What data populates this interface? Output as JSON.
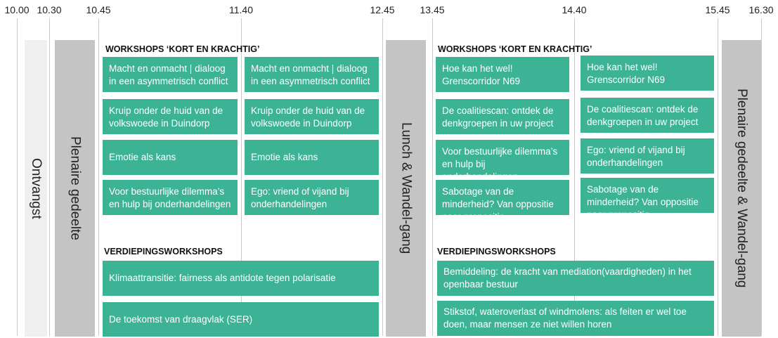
{
  "times": [
    "10.00",
    "10.30",
    "10.45",
    "11.40",
    "12.45",
    "13.45",
    "14.40",
    "15.45",
    "16.30"
  ],
  "blocks": {
    "ontvangst": "Ontvangst",
    "plenaire_1": "Plenaire gedeelte",
    "lunch": "Lunch & Wandel-gang",
    "plenaire_2": "Plenaire gedeelte & Wandel-gang"
  },
  "morning": {
    "heading": "WORKSHOPS ‘KORT EN KRACHTIG’",
    "col1": [
      "Macht en onmacht | dialoog in een asymmetrisch conflict",
      "Kruip onder de huid van de volkswoede in Duindorp",
      "Emotie als kans",
      "Voor bestuurlijke dilemma’s en hulp bij onderhandelingen"
    ],
    "col2": [
      "Macht en onmacht | dialoog in een asymmetrisch conflict",
      "Kruip onder de huid van de volkswoede in Duindorp",
      "Emotie als kans",
      "Ego: vriend of vijand bij onderhandelingen"
    ],
    "deep_heading": "VERDIEPINGSWORKSHOPS",
    "deep": [
      "Klimaattransitie: fairness als antidote tegen polarisatie",
      "De toekomst van draagvlak (SER)"
    ]
  },
  "afternoon": {
    "heading": "WORKSHOPS ‘KORT EN KRACHTIG’",
    "col1": [
      "Hoe kan het wel! Grenscorridor N69",
      "De coalitiescan: ontdek de denkgroepen in uw project",
      "Voor bestuurlijke dilemma’s en hulp bij onderhandelingen",
      "Sabotage van de minderheid? Van oppositie naar propositie"
    ],
    "col2": [
      "Hoe kan het wel! Grenscorridor N69",
      "De coalitiescan: ontdek de denkgroepen in uw project",
      "Ego: vriend of vijand bij onderhandelingen",
      "Sabotage van de minderheid? Van oppositie naar propositie"
    ],
    "deep_heading": "VERDIEPINGSWORKSHOPS",
    "deep": [
      "Bemiddeling: de kracht van mediation(vaardigheden) in het openbaar bestuur",
      "Stikstof, wateroverlast of windmolens: als feiten er wel toe doen, maar mensen ze niet willen horen"
    ]
  }
}
